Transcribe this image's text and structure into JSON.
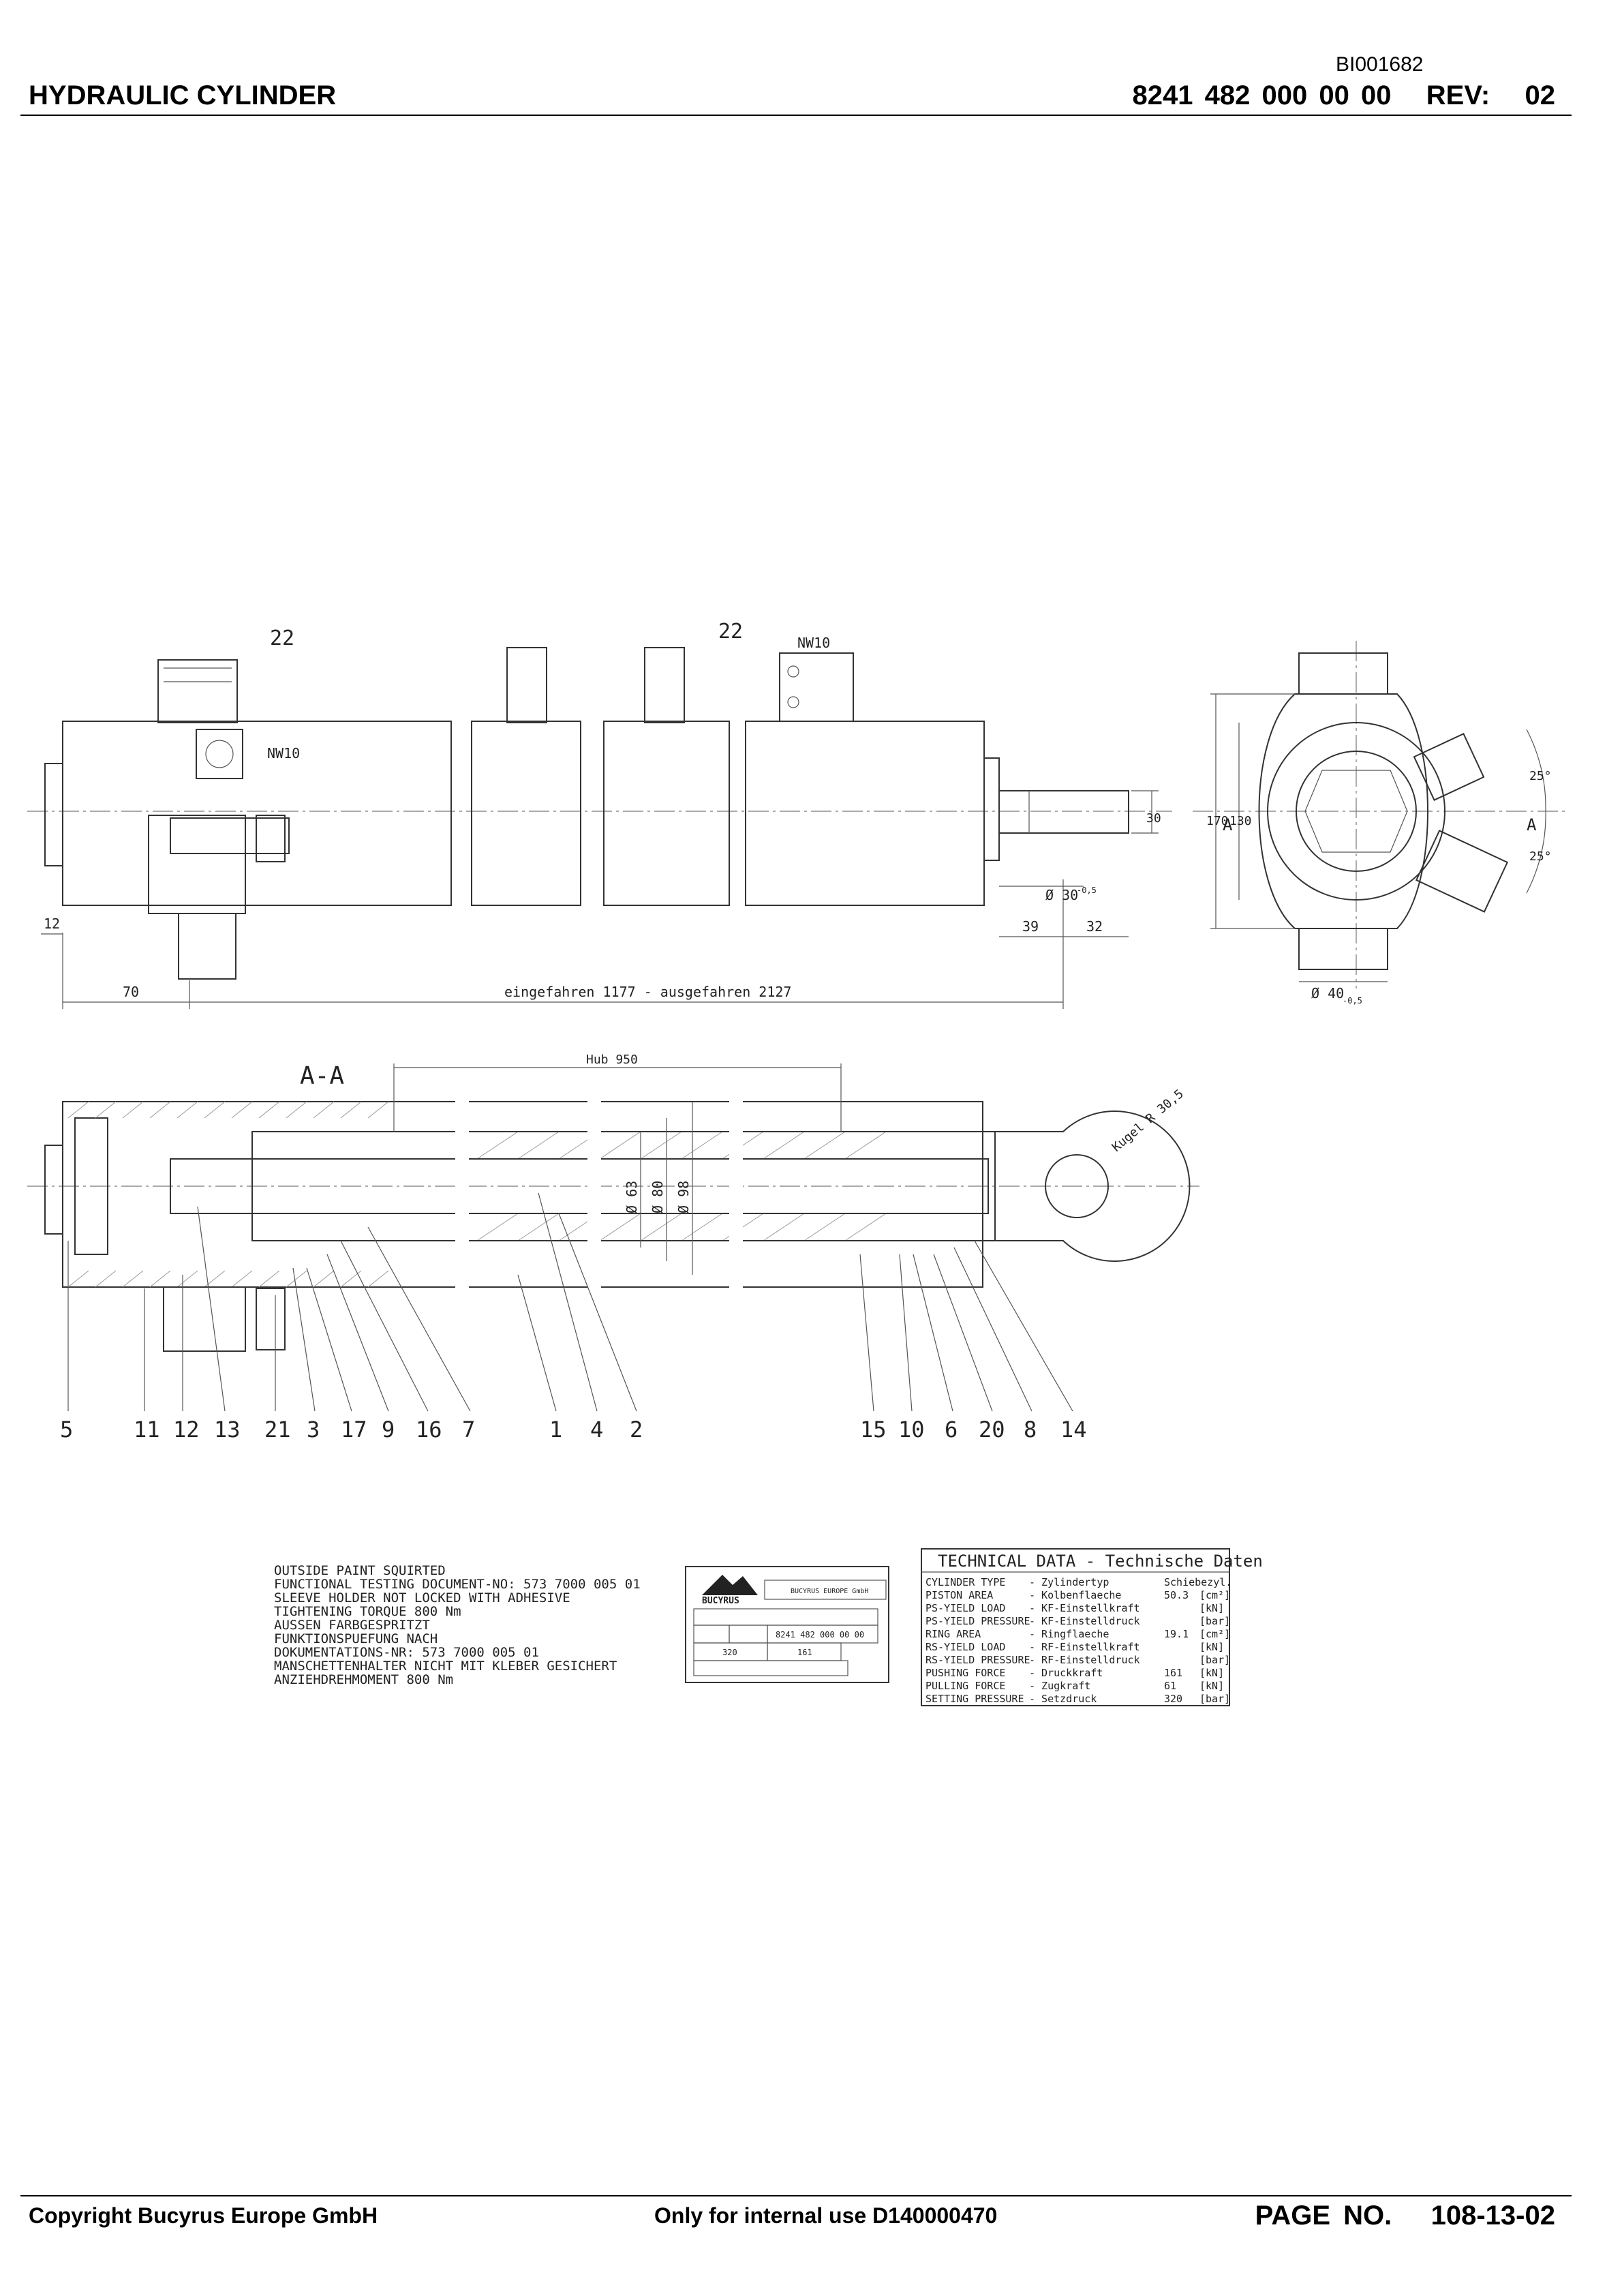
{
  "header": {
    "doc_id": "BI001682",
    "title": "HYDRAULIC CYLINDER",
    "part_number": "8241 482 000 00 00",
    "rev_label": "REV:",
    "rev_value": "02"
  },
  "drawing": {
    "labels": {
      "item_22_a": "22",
      "item_22_b": "22",
      "nw10_a": "NW10",
      "nw10_b": "NW10",
      "dim_12": "12",
      "dim_70": "70",
      "dim_length": "eingefahren 1177 - ausgefahren 2127",
      "dim_rod": "Ø 30",
      "dim_rod_tol": "-0,5",
      "dim_39": "39",
      "dim_32": "32",
      "dim_30": "30",
      "dim_170": "170",
      "dim_130": "130",
      "angle_top": "25°",
      "angle_bottom": "25°",
      "section_mark_left": "A",
      "section_mark_right": "A",
      "dim_pin": "Ø 40",
      "dim_pin_tol": "-0,5",
      "section_title": "A-A",
      "stroke": "Hub 950",
      "bore_63": "Ø 63",
      "bore_80": "Ø 80",
      "bore_98": "Ø 98",
      "ball": "Kugel R 30,5"
    },
    "item_numbers": [
      "5",
      "11",
      "12",
      "13",
      "21",
      "3",
      "17",
      "9",
      "16",
      "7",
      "1",
      "4",
      "2",
      "15",
      "10",
      "6",
      "20",
      "8",
      "14"
    ]
  },
  "notes": [
    "OUTSIDE PAINT SQUIRTED",
    "FUNCTIONAL TESTING DOCUMENT-NO: 573 7000 005 01",
    "SLEEVE HOLDER NOT LOCKED WITH ADHESIVE",
    "TIGHTENING TORQUE 800 Nm",
    "AUSSEN FARBGESPRITZT",
    "FUNKTIONSPUEFUNG NACH",
    "DOKUMENTATIONS-NR: 573 7000 005 01",
    "MANSCHETTENHALTER NICHT MIT KLEBER GESICHERT",
    "ANZIEHDREHMOMENT 800 Nm"
  ],
  "nameplate": {
    "logo": "BUCYRUS",
    "company": "BUCYRUS EUROPE GmbH",
    "part": "8241 482 000 00 00",
    "pressure": "320",
    "force": "161"
  },
  "tech_data": {
    "title": "TECHNICAL DATA - Technische Daten",
    "rows": [
      {
        "en": "CYLINDER TYPE",
        "de": "- Zylindertyp",
        "value": "Schiebezyl.",
        "unit": ""
      },
      {
        "en": "PISTON AREA",
        "de": "- Kolbenflaeche",
        "value": "50.3",
        "unit": "[cm²]"
      },
      {
        "en": "PS-YIELD LOAD",
        "de": "- KF-Einstellkraft",
        "value": "",
        "unit": "[kN]"
      },
      {
        "en": "PS-YIELD PRESSURE",
        "de": "- KF-Einstelldruck",
        "value": "",
        "unit": "[bar]"
      },
      {
        "en": "RING AREA",
        "de": "- Ringflaeche",
        "value": "19.1",
        "unit": "[cm²]"
      },
      {
        "en": "RS-YIELD LOAD",
        "de": "- RF-Einstellkraft",
        "value": "",
        "unit": "[kN]"
      },
      {
        "en": "RS-YIELD PRESSURE",
        "de": "- RF-Einstelldruck",
        "value": "",
        "unit": "[bar]"
      },
      {
        "en": "PUSHING FORCE",
        "de": "- Druckkraft",
        "value": "161",
        "unit": "[kN]"
      },
      {
        "en": "PULLING FORCE",
        "de": "- Zugkraft",
        "value": "61",
        "unit": "[kN]"
      },
      {
        "en": "SETTING PRESSURE",
        "de": "- Setzdruck",
        "value": "320",
        "unit": "[bar]"
      }
    ]
  },
  "footer": {
    "copyright": "Copyright Bucyrus Europe GmbH",
    "internal": "Only for internal use D140000470",
    "page_label": "PAGE NO.",
    "page_value": "108-13-02"
  }
}
